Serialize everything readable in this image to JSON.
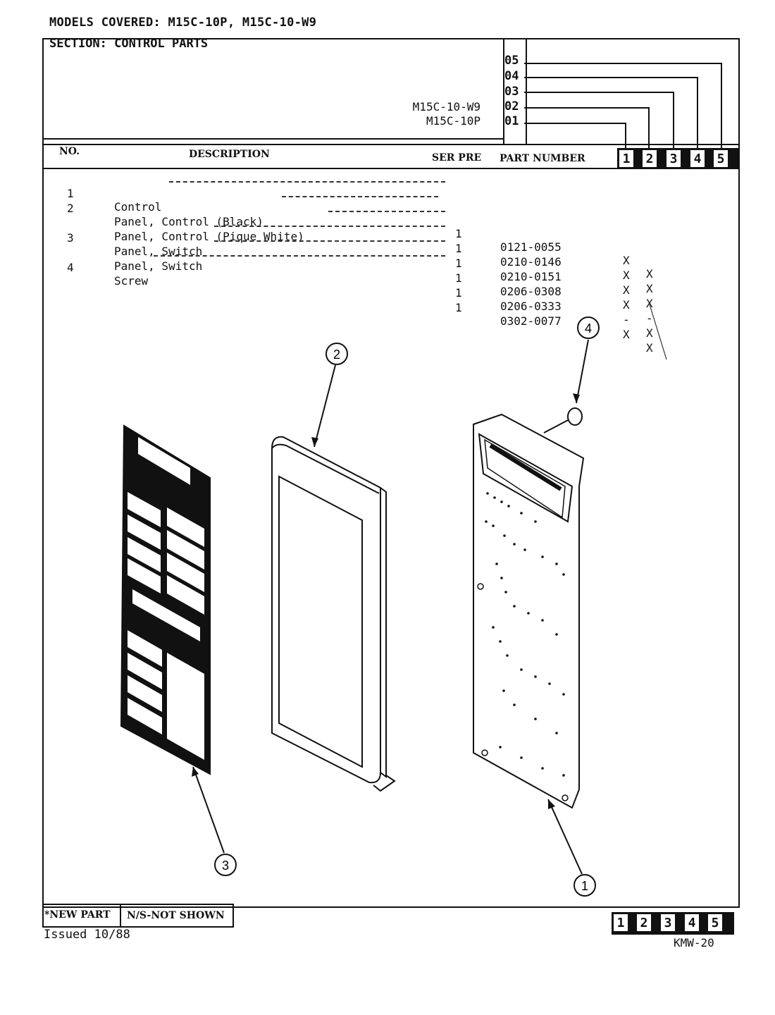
{
  "header": {
    "models_covered": "MODELS COVERED:  M15C-10P, M15C-10-W9",
    "section": "SECTION:  CONTROL PARTS",
    "model_w9": "M15C-10-W9",
    "model_p": "M15C-10P",
    "codes": [
      "05",
      "04",
      "03",
      "02",
      "01"
    ]
  },
  "columns": {
    "no": "NO.",
    "description": "DESCRIPTION",
    "ser_pre": "SER PRE",
    "part_number": "PART NUMBER",
    "model_cols": [
      "1",
      "2",
      "3",
      "4",
      "5"
    ]
  },
  "parts": [
    {
      "no": "1",
      "description": "Control",
      "qty": "1",
      "part_number": "0121-0055",
      "m1": "X",
      "m2": "X"
    },
    {
      "no": "2",
      "description": "Panel, Control (Black)",
      "qty": "1",
      "part_number": "0210-0146",
      "m1": "X",
      "m2": "X"
    },
    {
      "no": "",
      "description": "Panel, Control (Pique White)",
      "qty": "1",
      "part_number": "0210-0151",
      "m1": "X",
      "m2": "X"
    },
    {
      "no": "3",
      "description": "Panel, Switch",
      "qty": "1",
      "part_number": "0206-0308",
      "m1": "X",
      "m2": "-"
    },
    {
      "no": "",
      "description": "Panel, Switch",
      "qty": "1",
      "part_number": "0206-0333",
      "m1": "-",
      "m2": "X"
    },
    {
      "no": "4",
      "description": "Screw",
      "qty": "1",
      "part_number": "0302-0077",
      "m1": "X",
      "m2": "X"
    }
  ],
  "diagram": {
    "callouts": [
      "1",
      "2",
      "3",
      "4"
    ]
  },
  "footer": {
    "new_part": "*NEW PART",
    "not_shown": "N/S-NOT SHOWN",
    "model_cols": [
      "1",
      "2",
      "3",
      "4",
      "5"
    ],
    "issued": "Issued 10/88",
    "page_code": "KMW-20"
  }
}
